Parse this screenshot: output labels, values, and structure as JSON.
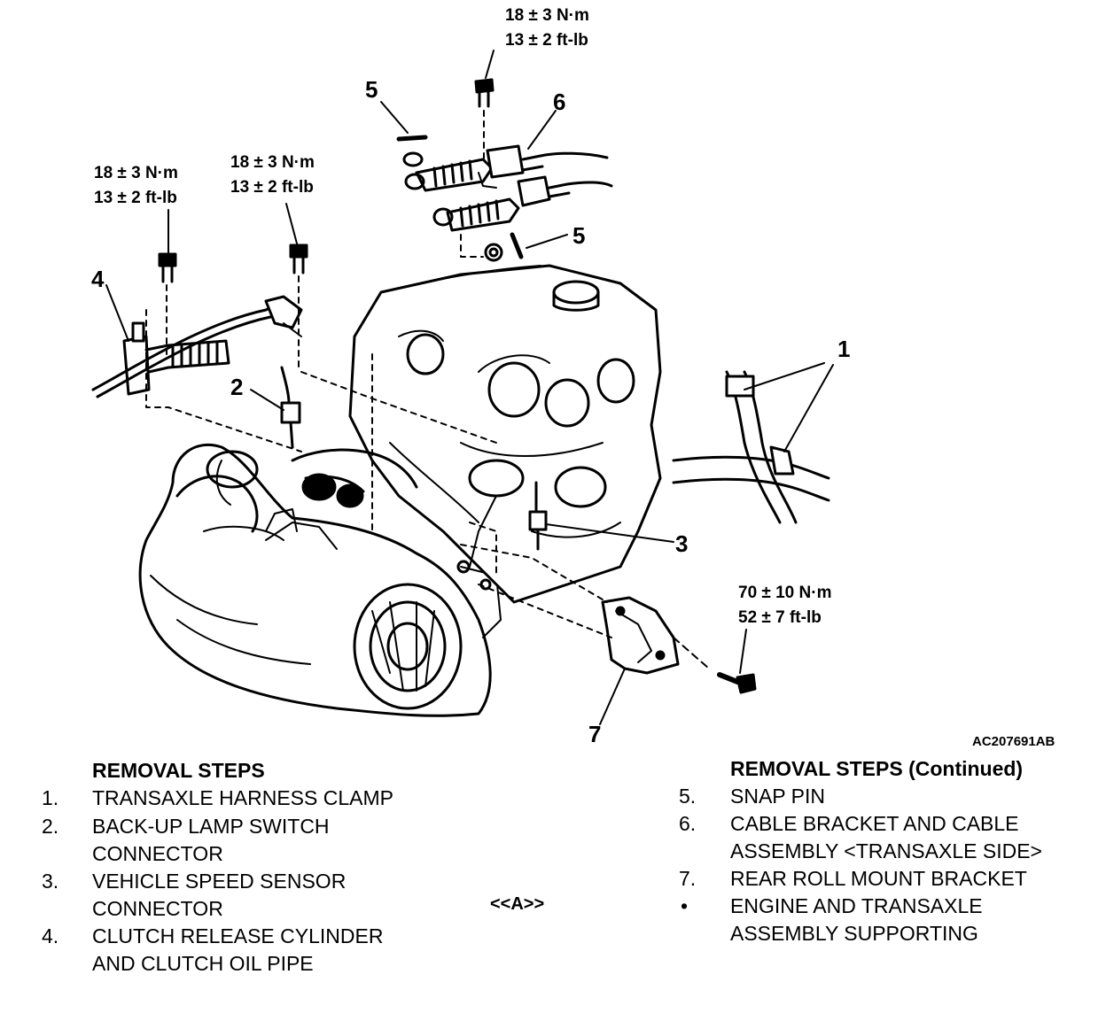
{
  "callouts": {
    "c1": "1",
    "c2": "2",
    "c3": "3",
    "c4": "4",
    "c5a": "5",
    "c5b": "5",
    "c6": "6",
    "c7": "7"
  },
  "torques": {
    "top": [
      "18 ± 3 N·m",
      "13 ± 2 ft-lb"
    ],
    "left": [
      "18 ± 3 N·m",
      "13 ± 2 ft-lb"
    ],
    "mid": [
      "18 ± 3 N·m",
      "13 ± 2 ft-lb"
    ],
    "mount": [
      "70 ± 10 N·m",
      "52 ± 7 ft-lb"
    ]
  },
  "figure_id": "AC207691AB",
  "marker": "<<A>>",
  "steps_left": {
    "title": "REMOVAL STEPS",
    "items": [
      {
        "num": "1.",
        "lines": [
          "TRANSAXLE HARNESS CLAMP"
        ]
      },
      {
        "num": "2.",
        "lines": [
          "BACK-UP LAMP SWITCH",
          "CONNECTOR"
        ]
      },
      {
        "num": "3.",
        "lines": [
          "VEHICLE SPEED SENSOR",
          "CONNECTOR"
        ]
      },
      {
        "num": "4.",
        "lines": [
          "CLUTCH RELEASE CYLINDER",
          "AND CLUTCH OIL PIPE"
        ]
      }
    ]
  },
  "steps_right": {
    "title": "REMOVAL STEPS (Continued)",
    "items": [
      {
        "num": "5.",
        "lines": [
          "SNAP PIN"
        ]
      },
      {
        "num": "6.",
        "lines": [
          "CABLE BRACKET AND CABLE",
          "ASSEMBLY <TRANSAXLE SIDE>"
        ]
      },
      {
        "num": "7.",
        "lines": [
          "REAR ROLL MOUNT BRACKET"
        ]
      },
      {
        "num": "•",
        "lines": [
          "ENGINE AND TRANSAXLE",
          "ASSEMBLY SUPPORTING"
        ]
      }
    ]
  }
}
